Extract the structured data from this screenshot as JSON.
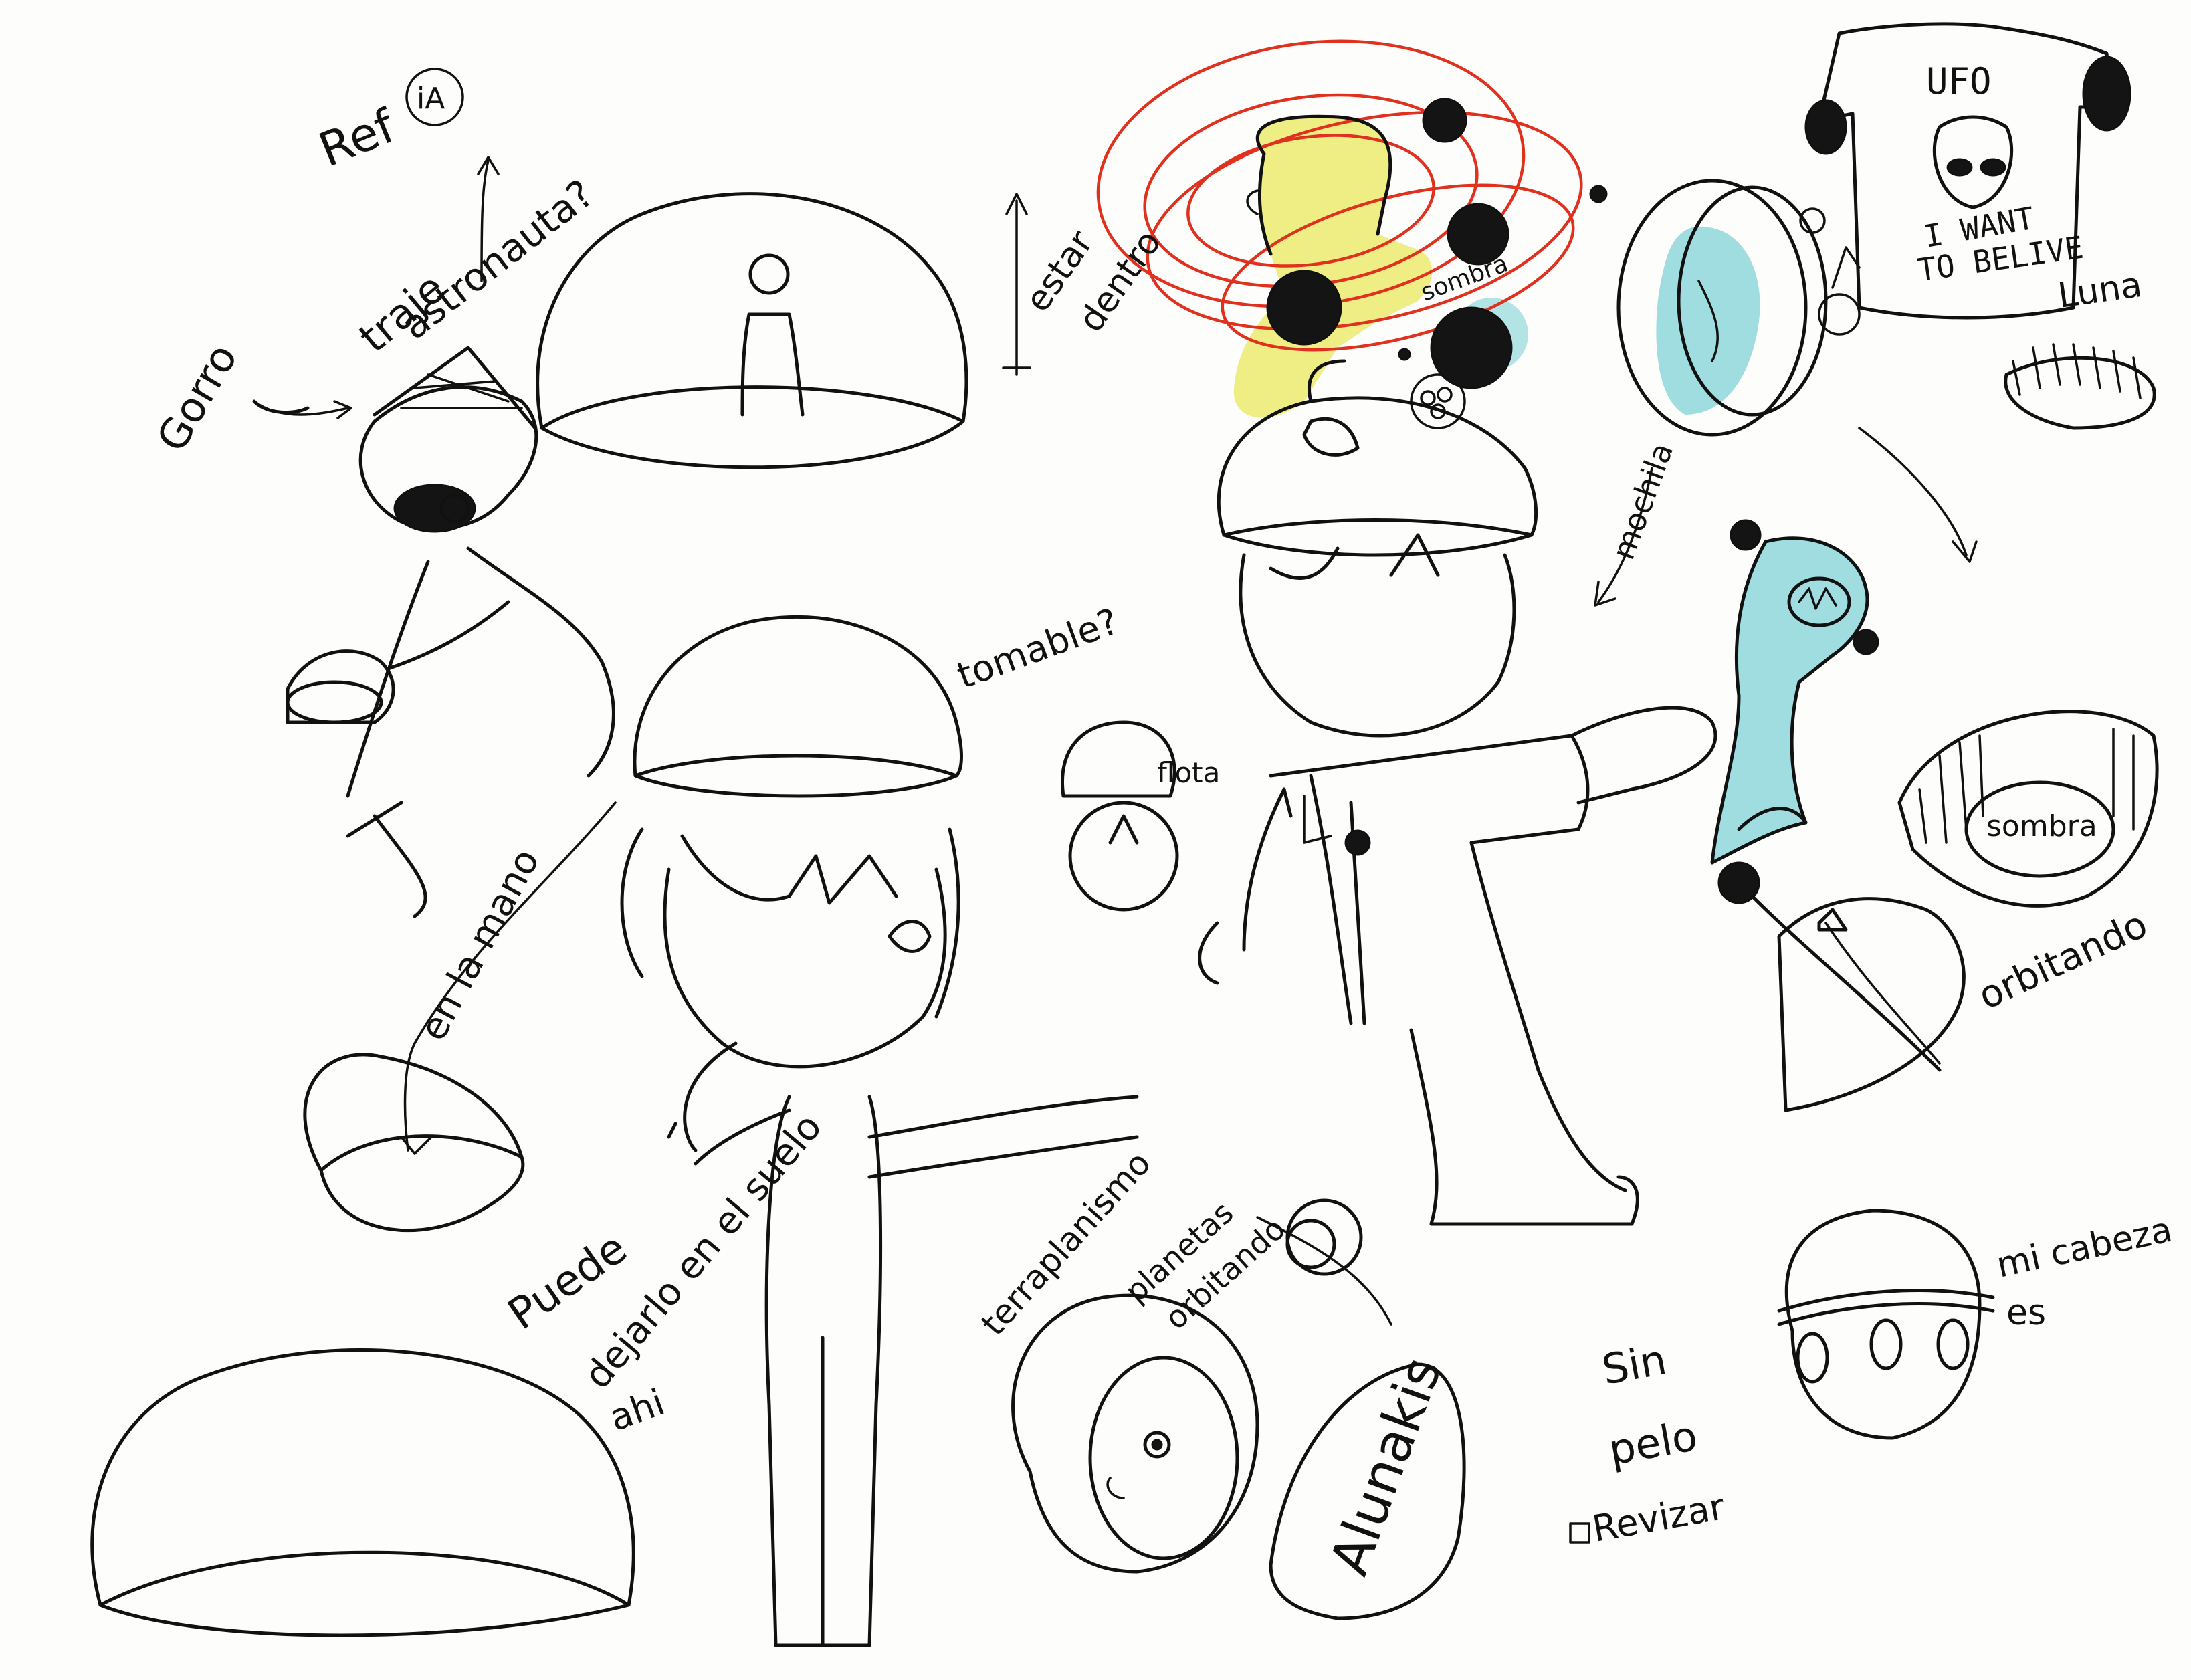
{
  "palette": {
    "ink": "#111111",
    "paper": "#fdfdfc",
    "yellow_wash": "#efee85",
    "cyan_wash": "#9fdde0",
    "red_orbit": "#e0311f"
  },
  "notes": {
    "gorro": "Gorro",
    "traje": "traje",
    "astronauta": "astronauta?",
    "ref": "Ref",
    "ref_circled": "iA",
    "estar": "estar",
    "dentro": "dentro",
    "sombra_top": "sombra",
    "mochila": "mochila",
    "tomable": "tomable?",
    "flota": "flota",
    "en_la_mano": "en la mano",
    "puede": "Puede",
    "dejarlo": "dejarlo en el suelo",
    "ahi": "ahi",
    "terraplanismo": "terraplanismo",
    "planetas": "planetas",
    "orbitando_center": "orbitando",
    "alunakis": "Alunakis",
    "sin": "Sin",
    "pelo": "pelo",
    "revisar": "Revizar",
    "mi_cabeza": "mi cabeza",
    "es": "es",
    "sombra_bowl": "sombra",
    "orbitando_right": "orbitando",
    "shirt_ufo": "UFO",
    "shirt_i_want": "I WANT",
    "shirt_to_believe": "TO BELIVE",
    "luna": "Luna"
  }
}
